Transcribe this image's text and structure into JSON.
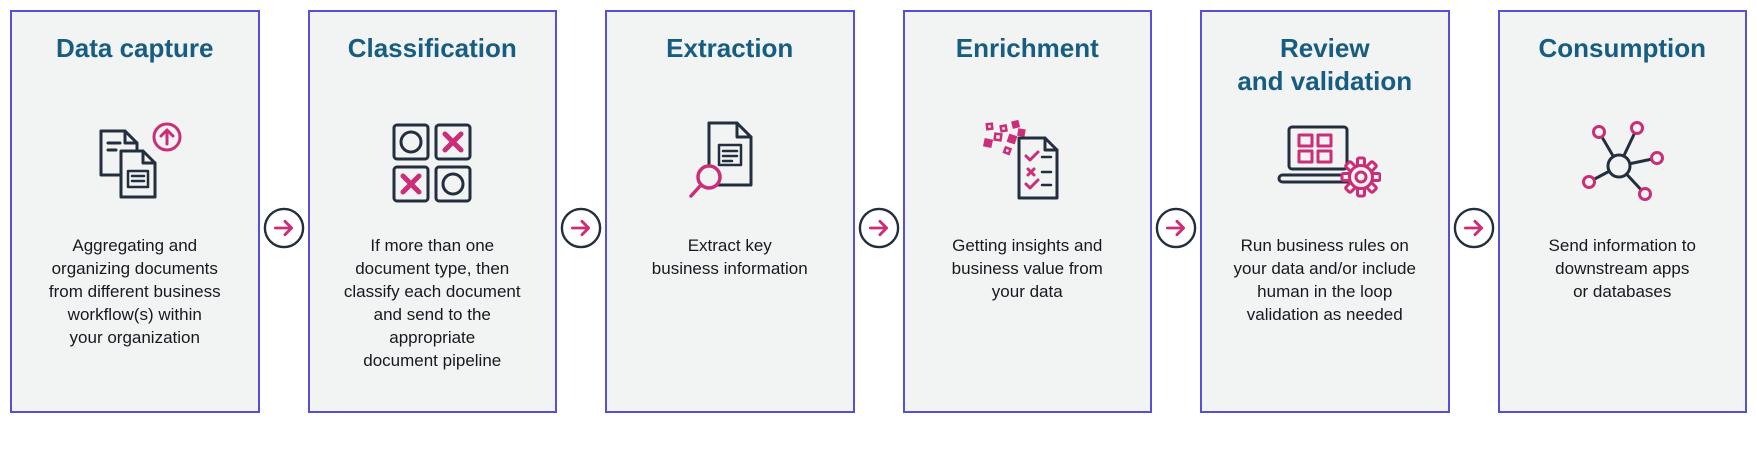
{
  "diagram": {
    "stages": [
      {
        "title": "Data capture",
        "description": "Aggregating and\norganizing documents\nfrom different business\nworkflow(s) within\nyour organization",
        "icon": "documents-upload-icon"
      },
      {
        "title": "Classification",
        "description": "If more than one\ndocument type, then\nclassify each document\nand send to the\nappropriate\ndocument pipeline",
        "icon": "classification-grid-icon"
      },
      {
        "title": "Extraction",
        "description": "Extract key\nbusiness information",
        "icon": "document-search-icon"
      },
      {
        "title": "Enrichment",
        "description": "Getting insights and\nbusiness value from\nyour data",
        "icon": "document-enrichment-icon"
      },
      {
        "title": "Review\nand validation",
        "description": "Run business rules on\nyour data and/or include\nhuman in the loop\nvalidation as needed",
        "icon": "laptop-gear-icon"
      },
      {
        "title": "Consumption",
        "description": "Send information to\ndownstream apps\nor databases",
        "icon": "network-hub-icon"
      }
    ],
    "connector": {
      "icon": "arrow-right-icon"
    },
    "colors": {
      "card_border": "#5750d4",
      "card_background": "#f2f3f3",
      "title": "#175d82",
      "body_text": "#16191f",
      "accent_pink": "#cb2e77",
      "icon_ink": "#232f3e",
      "page_background": "#ffffff"
    }
  }
}
